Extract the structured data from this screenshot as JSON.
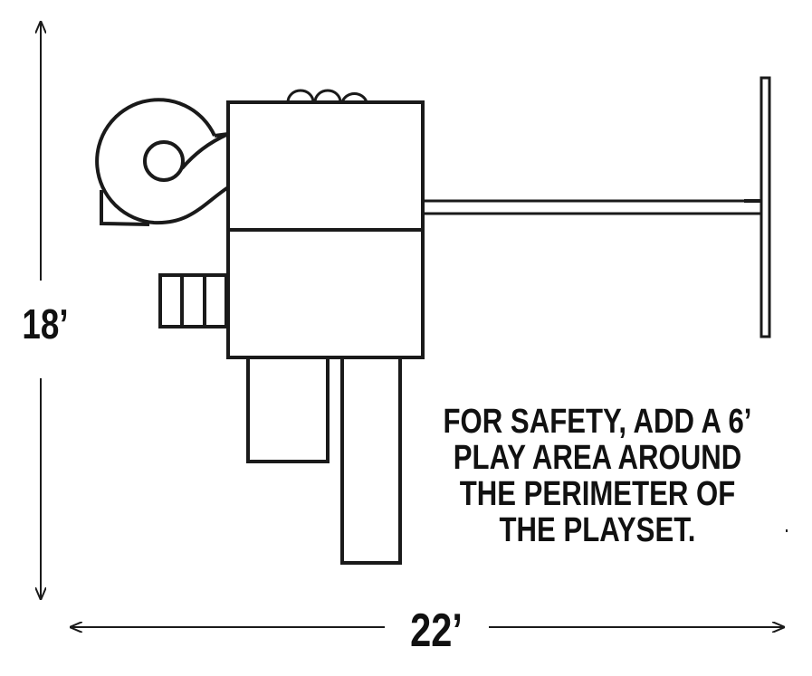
{
  "dimensions": {
    "height_label": "18’",
    "width_label": "22’"
  },
  "note": {
    "lines": [
      "FOR SAFETY, ADD A 6’",
      "PLAY AREA AROUND",
      "THE PERIMETER OF",
      "THE PLAYSET."
    ]
  },
  "colors": {
    "stroke": "#1a1a1a",
    "background": "#ffffff"
  }
}
